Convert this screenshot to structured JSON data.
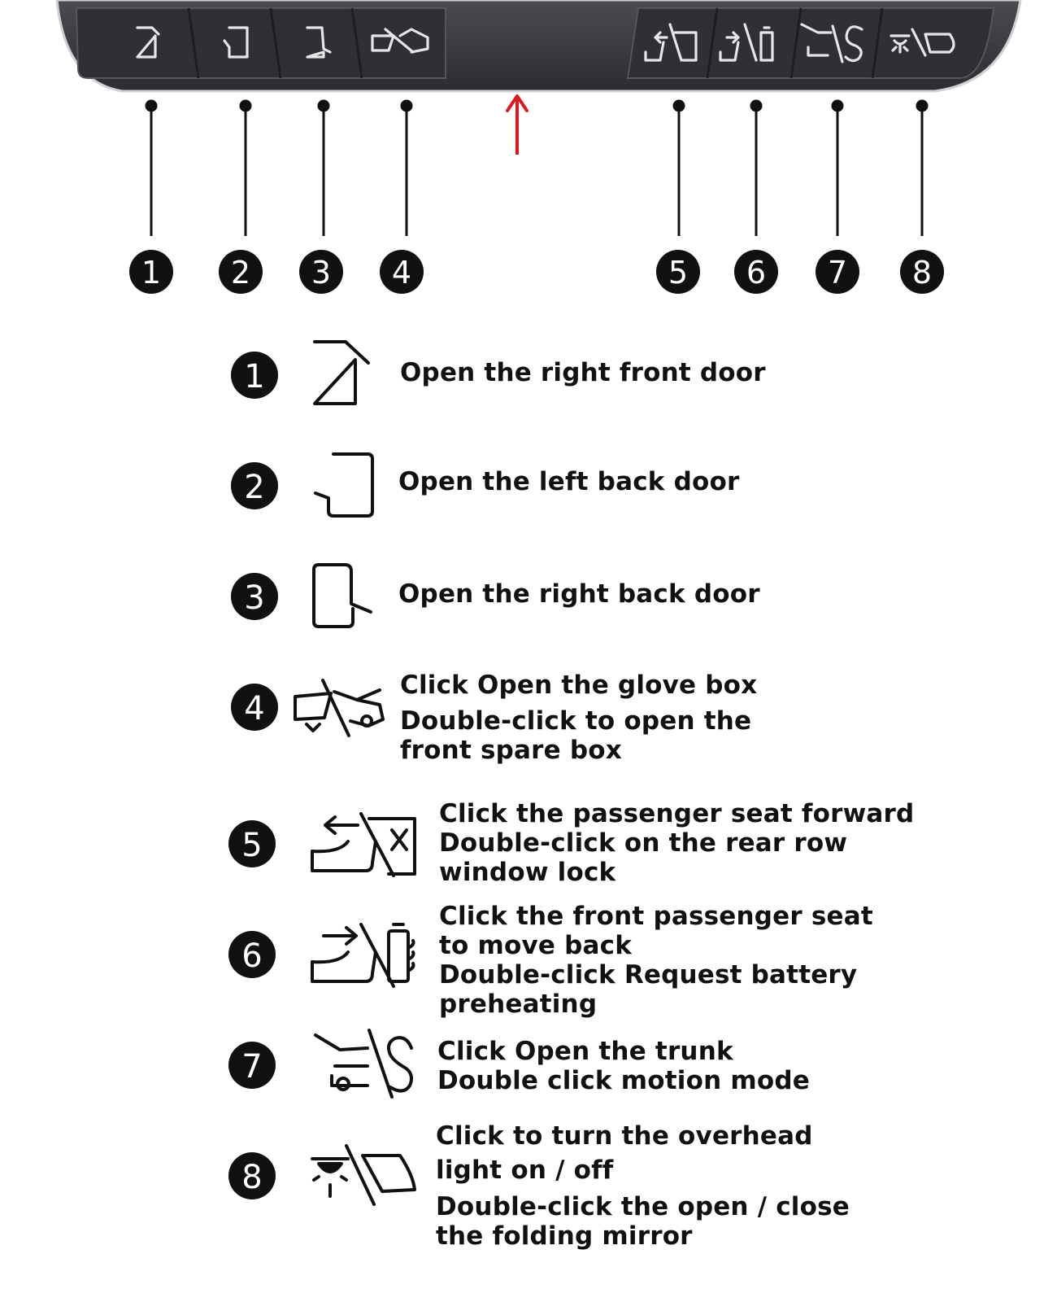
{
  "callouts": [
    "1",
    "2",
    "3",
    "4",
    "5",
    "6",
    "7",
    "8"
  ],
  "buttons": [
    {
      "id": "1",
      "icon": "right-front-door-icon",
      "lines": [
        "Open the right front door"
      ]
    },
    {
      "id": "2",
      "icon": "left-back-door-icon",
      "lines": [
        "Open the left back door"
      ]
    },
    {
      "id": "3",
      "icon": "right-back-door-icon",
      "lines": [
        "Open the right back door"
      ]
    },
    {
      "id": "4",
      "icon": "glove-box-frunk-icon",
      "lines": [
        "Click Open the glove box",
        "Double-click to open the",
        "front spare box"
      ]
    },
    {
      "id": "5",
      "icon": "seat-forward-window-lock-icon",
      "lines": [
        "Click the passenger seat forward",
        "Double-click on the rear row",
        "window lock"
      ]
    },
    {
      "id": "6",
      "icon": "seat-back-battery-preheat-icon",
      "lines": [
        "Click the front passenger seat",
        "to move back",
        "Double-click Request battery",
        "preheating"
      ]
    },
    {
      "id": "7",
      "icon": "trunk-sport-mode-icon",
      "lines": [
        "Click Open the trunk",
        "Double click motion mode"
      ]
    },
    {
      "id": "8",
      "icon": "overhead-light-mirror-icon",
      "lines": [
        "Click to turn the overhead",
        "light on / off",
        "Double-click the open / close",
        "the folding mirror"
      ]
    }
  ],
  "colors": {
    "panel": "#3a3b40",
    "button": "#323338",
    "icon_stroke": "#e6e6e6",
    "arrow": "#d9191c",
    "badge": "#111111"
  }
}
